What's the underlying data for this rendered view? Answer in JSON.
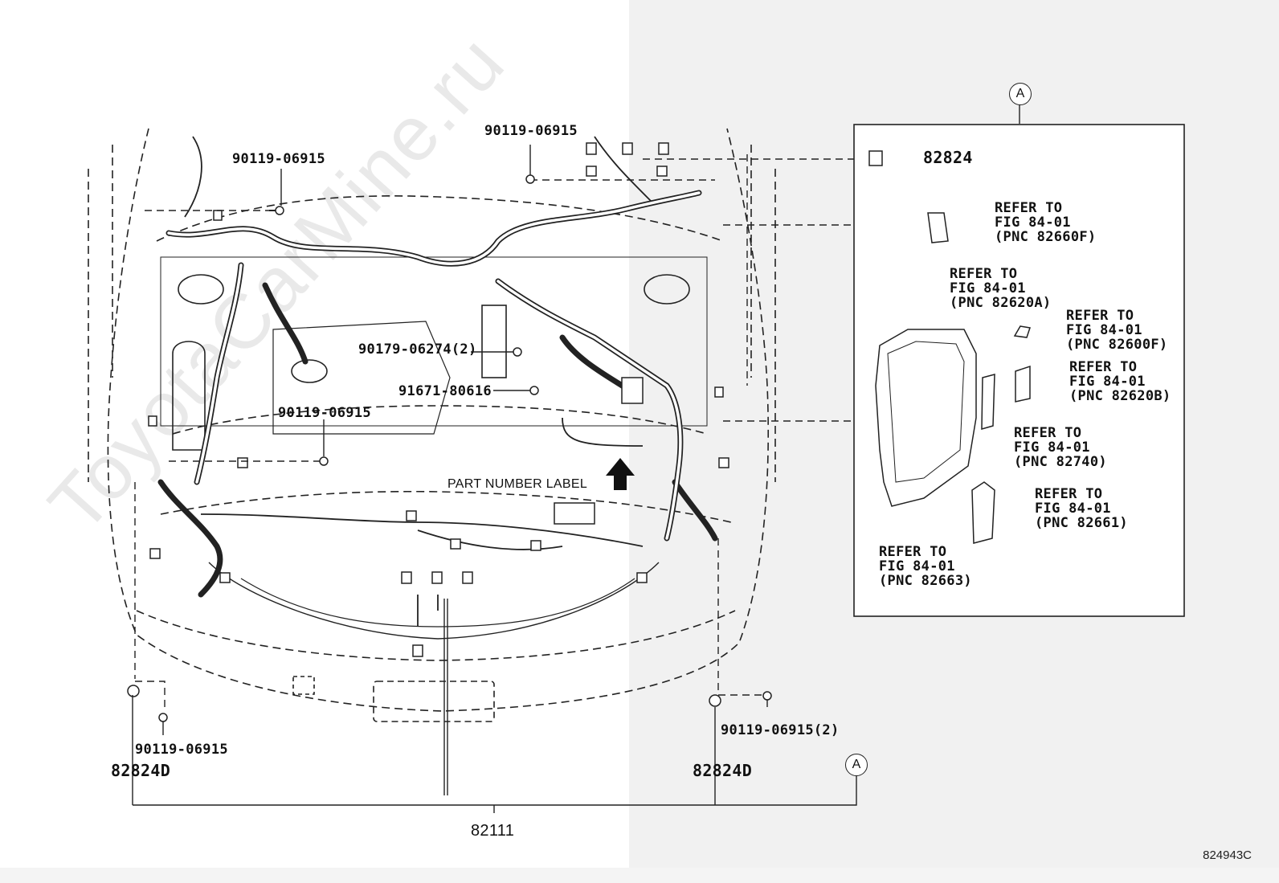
{
  "watermark": "ToyotaCarMine.ru",
  "diagram_code": "824943C",
  "callout_a": "A",
  "part_number_label": "PART NUMBER LABEL",
  "labels": {
    "bolt_top_left": "90119-06915",
    "bolt_top_center": "90119-06915",
    "bolt_mid_1": "90179-06274(2)",
    "bolt_mid_2": "91671-80616",
    "bolt_mid_left": "90119-06915",
    "bolt_bottom_left": "90119-06915",
    "bolt_bottom_right": "90119-06915(2)",
    "bracket_left": "82824D",
    "bracket_right": "82824D",
    "harness": "82111",
    "relay": "82824"
  },
  "refer_blocks": [
    {
      "line1": "REFER TO",
      "line2": "FIG 84-01",
      "line3": "(PNC 82660F)"
    },
    {
      "line1": "REFER TO",
      "line2": "FIG 84-01",
      "line3": "(PNC 82620A)"
    },
    {
      "line1": "REFER TO",
      "line2": "FIG 84-01",
      "line3": "(PNC 82600F)"
    },
    {
      "line1": "REFER TO",
      "line2": "FIG 84-01",
      "line3": "(PNC 82620B)"
    },
    {
      "line1": "REFER TO",
      "line2": "FIG 84-01",
      "line3": "(PNC 82740)"
    },
    {
      "line1": "REFER TO",
      "line2": "FIG 84-01",
      "line3": "(PNC 82661)"
    },
    {
      "line1": "REFER TO",
      "line2": "FIG 84-01",
      "line3": "(PNC 82663)"
    }
  ]
}
